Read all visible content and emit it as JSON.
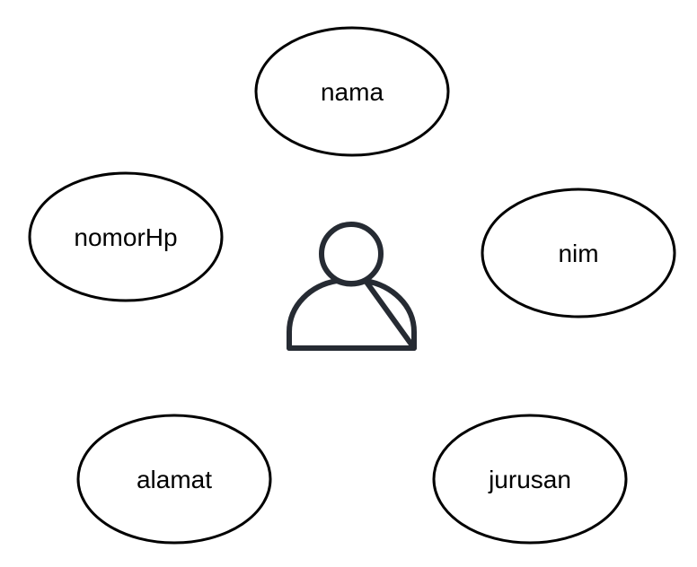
{
  "diagram": {
    "entity": {
      "icon": "user-icon",
      "stroke_color": "#262b33"
    },
    "attributes": [
      {
        "key": "nama",
        "label": "nama"
      },
      {
        "key": "nomorHp",
        "label": "nomorHp"
      },
      {
        "key": "nim",
        "label": "nim"
      },
      {
        "key": "alamat",
        "label": "alamat"
      },
      {
        "key": "jurusan",
        "label": "jurusan"
      }
    ],
    "colors": {
      "ellipse_stroke": "#000000",
      "ellipse_fill": "#ffffff",
      "text": "#000000"
    }
  }
}
